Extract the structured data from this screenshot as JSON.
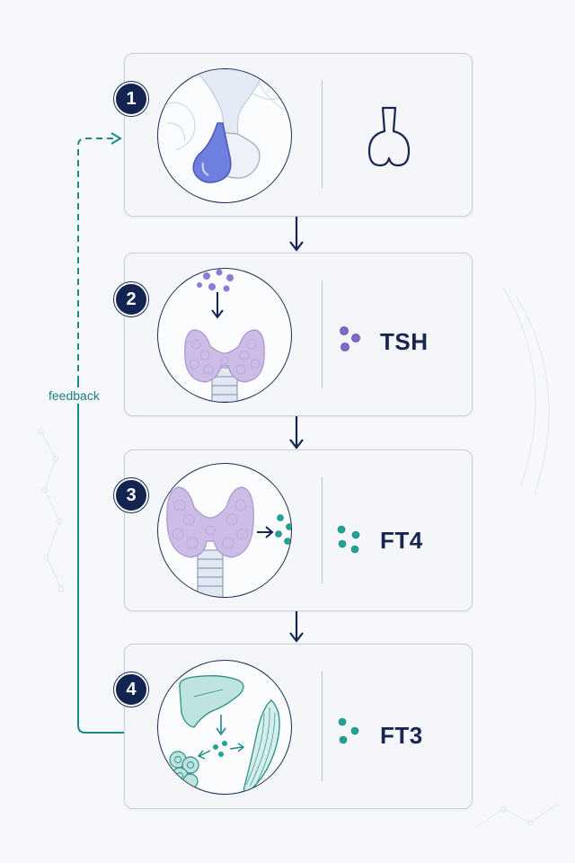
{
  "steps": [
    {
      "number": "1",
      "label": ""
    },
    {
      "number": "2",
      "label": "TSH"
    },
    {
      "number": "3",
      "label": "FT4"
    },
    {
      "number": "4",
      "label": "FT3"
    }
  ],
  "feedback": {
    "label": "feedback"
  },
  "colors": {
    "navy": "#142451",
    "teal": "#1a8a86",
    "purple": "#7a69c9",
    "thyroid": "#cdbde6",
    "pituitary": "#5f6fd4",
    "card_border": "#c9cfdb"
  }
}
